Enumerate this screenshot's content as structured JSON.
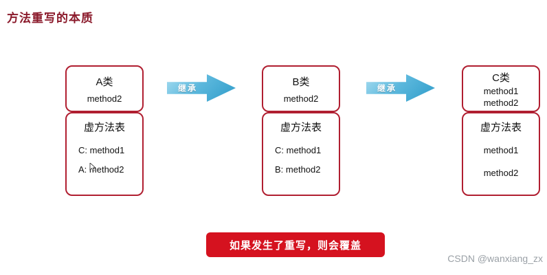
{
  "title": "方法重写的本质",
  "classes": [
    {
      "name": "A类",
      "methods": [
        "method2"
      ],
      "vtable_title": "虚方法表",
      "vtable_entries": [
        "C: method1",
        "A: method2"
      ]
    },
    {
      "name": "B类",
      "methods": [
        "method2"
      ],
      "vtable_title": "虚方法表",
      "vtable_entries": [
        "C: method1",
        "B: method2"
      ]
    },
    {
      "name": "C类",
      "methods": [
        "method1",
        "method2"
      ],
      "vtable_title": "虚方法表",
      "vtable_entries": [
        "method1",
        "method2"
      ]
    }
  ],
  "arrows": [
    {
      "label": "继承"
    },
    {
      "label": "继承"
    }
  ],
  "note": "如果发生了重写，则会覆盖",
  "watermark": "CSDN @wanxiang_zx",
  "colors": {
    "box_border_red": "#b01e30",
    "title_red": "#8b1a2b",
    "note_red": "#d5121f",
    "arrow_blue_light": "#a6dcf0",
    "arrow_blue_dark": "#2f9cc9"
  }
}
